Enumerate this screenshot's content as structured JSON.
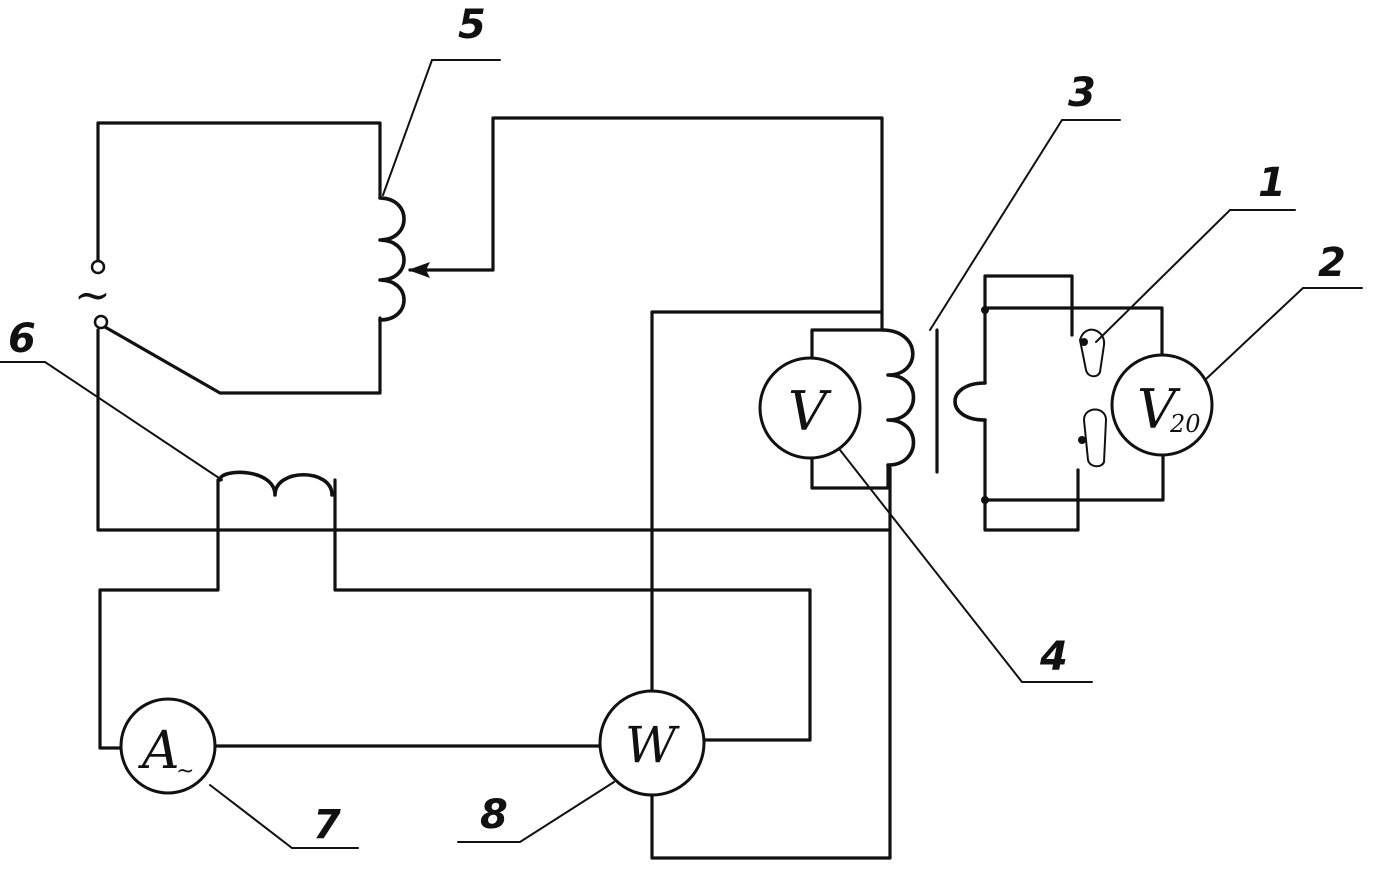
{
  "source_symbol": "~",
  "meters": {
    "ammeter": "A",
    "ammeter_sub": "~",
    "wattmeter": "W",
    "voltmeter_primary": "V",
    "voltmeter_secondary": "V",
    "voltmeter_secondary_sub": "20"
  },
  "callouts": {
    "c1": "1",
    "c2": "2",
    "c3": "3",
    "c4": "4",
    "c5": "5",
    "c6": "6",
    "c7": "7",
    "c8": "8"
  }
}
